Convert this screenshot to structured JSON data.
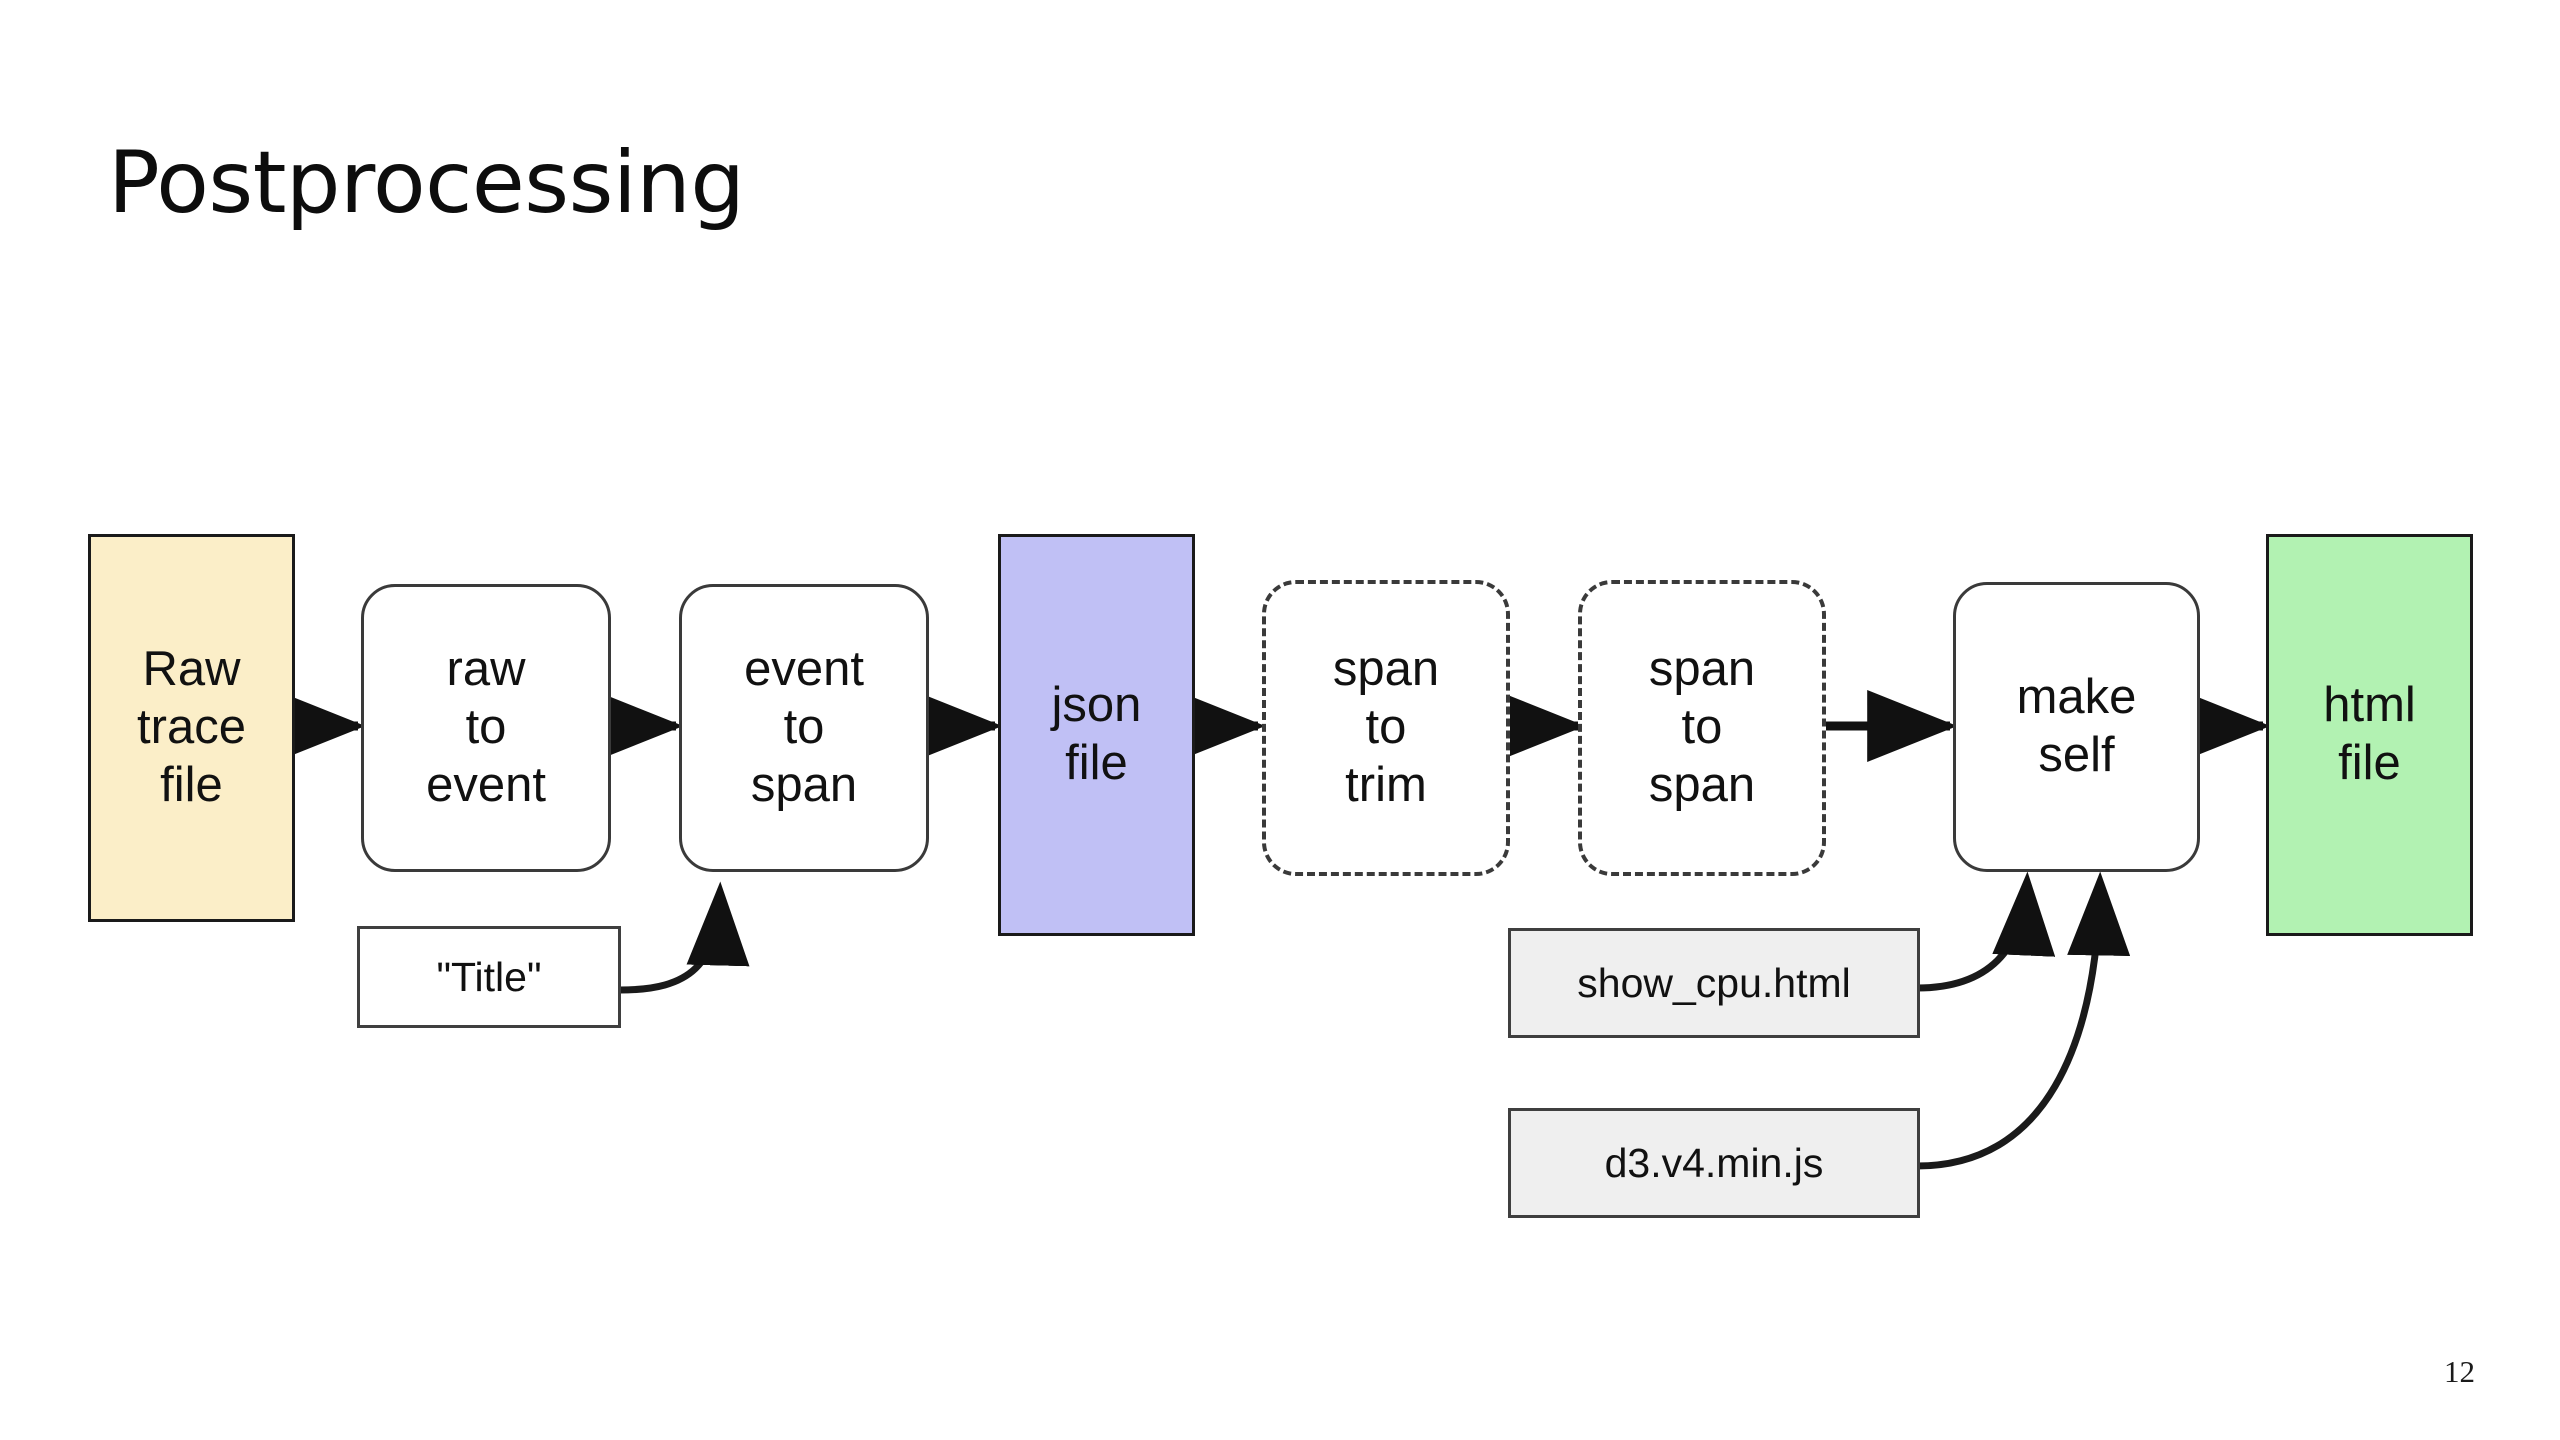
{
  "slide": {
    "title": "Postprocessing",
    "page_number": "12",
    "background": "#ffffff"
  },
  "colors": {
    "raw_trace_fill": "#fbeec8",
    "json_fill": "#c0c0f5",
    "html_fill": "#b2f2b2",
    "asset_fill": "#efefef",
    "stroke": "#1a1a1a",
    "process_stroke": "#3a3a3a"
  },
  "diagram": {
    "type": "flowchart",
    "nodes": [
      {
        "id": "raw_trace_file",
        "label": "Raw\ntrace\nfile",
        "shape": "rect",
        "fill": "#fbeec8"
      },
      {
        "id": "raw_to_event",
        "label": "raw\nto\nevent",
        "shape": "rounded",
        "fill": "#ffffff"
      },
      {
        "id": "event_to_span",
        "label": "event\nto\nspan",
        "shape": "rounded",
        "fill": "#ffffff"
      },
      {
        "id": "json_file",
        "label": "json\nfile",
        "shape": "rect",
        "fill": "#c0c0f5"
      },
      {
        "id": "span_to_trim",
        "label": "span\nto\ntrim",
        "shape": "dashed-rounded",
        "fill": "#ffffff"
      },
      {
        "id": "span_to_span",
        "label": "span\nto\nspan",
        "shape": "dashed-rounded",
        "fill": "#ffffff"
      },
      {
        "id": "make_self",
        "label": "make\nself",
        "shape": "rounded",
        "fill": "#ffffff"
      },
      {
        "id": "html_file",
        "label": "html\nfile",
        "shape": "rect",
        "fill": "#b2f2b2"
      },
      {
        "id": "title_input",
        "label": "\"Title\"",
        "shape": "rect-small",
        "fill": "#ffffff"
      },
      {
        "id": "show_cpu_html",
        "label": "show_cpu.html",
        "shape": "rect-small",
        "fill": "#efefef"
      },
      {
        "id": "d3_min_js",
        "label": "d3.v4.min.js",
        "shape": "rect-small",
        "fill": "#efefef"
      }
    ],
    "edges": [
      {
        "from": "raw_trace_file",
        "to": "raw_to_event",
        "style": "straight"
      },
      {
        "from": "raw_to_event",
        "to": "event_to_span",
        "style": "straight"
      },
      {
        "from": "event_to_span",
        "to": "json_file",
        "style": "straight"
      },
      {
        "from": "json_file",
        "to": "span_to_trim",
        "style": "straight"
      },
      {
        "from": "span_to_trim",
        "to": "span_to_span",
        "style": "straight"
      },
      {
        "from": "span_to_span",
        "to": "make_self",
        "style": "straight"
      },
      {
        "from": "make_self",
        "to": "html_file",
        "style": "straight"
      },
      {
        "from": "title_input",
        "to": "event_to_span",
        "style": "curved"
      },
      {
        "from": "show_cpu_html",
        "to": "make_self",
        "style": "curved"
      },
      {
        "from": "d3_min_js",
        "to": "make_self",
        "style": "curved"
      }
    ]
  }
}
